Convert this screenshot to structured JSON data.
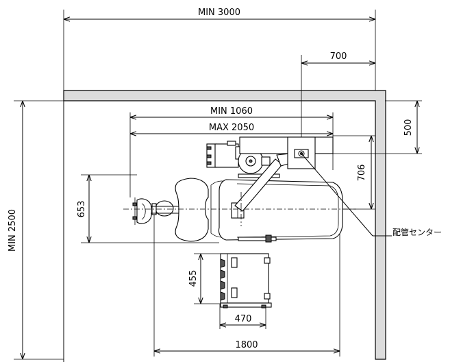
{
  "dimensions": {
    "room_width": "MIN 3000",
    "room_depth": "MIN 2500",
    "pipe_offset_x": "700",
    "pipe_offset_y": "500",
    "arm_min": "MIN 1060",
    "arm_max": "MAX 2050",
    "pipe_to_chair": "706",
    "headrest_width": "653",
    "cabinet_depth": "455",
    "cabinet_width": "470",
    "chair_length": "1800"
  },
  "labels": {
    "piping_center": "配管センター"
  },
  "colors": {
    "wall_fill": "#dcdcdc",
    "line": "#000000"
  }
}
